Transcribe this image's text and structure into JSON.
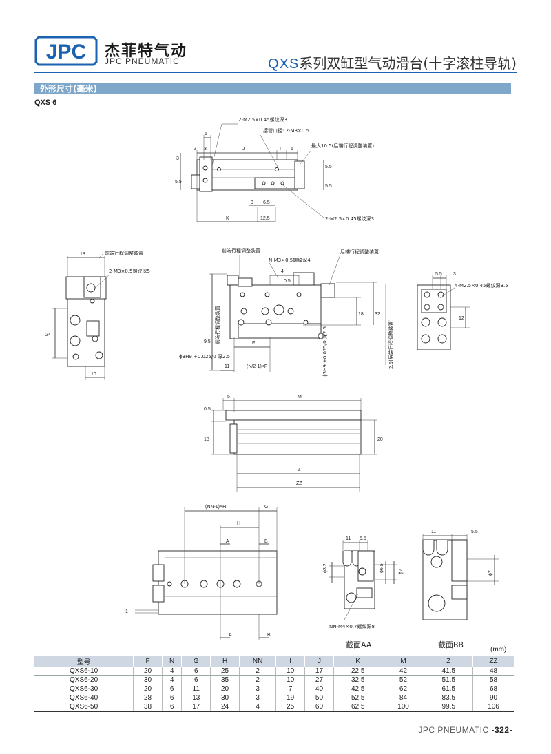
{
  "header": {
    "brand_cn": "杰菲特气动",
    "brand_en": "JPC PNEUMATIC",
    "series_code": "QXS",
    "series_title": "系列双缸型气动滑台(十字滚柱导轨)"
  },
  "section_title": "外形尺寸(毫米)",
  "model": "QXS 6",
  "drawing_notes": {
    "top_view": [
      "2-M2.5×0.45螺纹深3",
      "接管口径: 2-M3×0.5",
      "最大10.5(后端行程调整装置)",
      "2-M2.5×0.45螺纹深3"
    ],
    "top_dims": [
      "6",
      "2",
      "3",
      "J",
      "I",
      "5",
      "3",
      "5.5",
      "5.5",
      "5.5",
      "3",
      "6.5",
      "K",
      "12.5"
    ],
    "left_view": [
      "前端行程调整装置",
      "2-M3×0.5螺纹深5",
      "18",
      "24",
      "10"
    ],
    "front_view": [
      "前端行程调整装置",
      "N-M3×0.5螺纹深4",
      "后端行程调整装置",
      "4",
      "0.5",
      "18",
      "32",
      "9.5",
      "F",
      "11",
      "(N/2-1)×F",
      "ϕ3H9 +0.025/0 深2.5",
      "ϕ3H9 +0.025/0 深2.5",
      "前端行程调整装置",
      "2.5(后端行程调整装置)"
    ],
    "right_view": [
      "5.5",
      "3",
      "4-M2.5×0.45螺纹深3.5",
      "12"
    ],
    "middle_view": [
      "5",
      "M",
      "0.5",
      "18",
      "20",
      "Z",
      "ZZ"
    ],
    "bottom_view": [
      "(NN-1)×H",
      "G",
      "H",
      "A",
      "B",
      "A",
      "B",
      "1"
    ],
    "section_aa": [
      "11",
      "5.5",
      "ϕ3.2",
      "ϕ6.5",
      "ϕ7",
      "NN-M4×0.7螺纹深8"
    ],
    "section_bb": [
      "11",
      "5.5",
      "ϕ7"
    ]
  },
  "captions": {
    "section_aa": "截面AA",
    "section_bb": "截面BB"
  },
  "table": {
    "unit": "(mm)",
    "headers": [
      "型号",
      "F",
      "N",
      "G",
      "H",
      "NN",
      "I",
      "J",
      "K",
      "M",
      "Z",
      "ZZ"
    ],
    "rows": [
      [
        "QXS6-10",
        "20",
        "4",
        "6",
        "25",
        "2",
        "10",
        "17",
        "22.5",
        "42",
        "41.5",
        "48"
      ],
      [
        "QXS6-20",
        "30",
        "4",
        "6",
        "35",
        "2",
        "10",
        "27",
        "32.5",
        "52",
        "51.5",
        "58"
      ],
      [
        "QXS6-30",
        "20",
        "6",
        "11",
        "20",
        "3",
        "7",
        "40",
        "42.5",
        "62",
        "61.5",
        "68"
      ],
      [
        "QXS6-40",
        "28",
        "6",
        "13",
        "30",
        "3",
        "19",
        "50",
        "52.5",
        "84",
        "83.5",
        "90"
      ],
      [
        "QXS6-50",
        "38",
        "6",
        "17",
        "24",
        "4",
        "25",
        "60",
        "62.5",
        "100",
        "99.5",
        "106"
      ]
    ]
  },
  "footer": {
    "brand": "JPC PNEUMATIC",
    "page": "-322-"
  },
  "colors": {
    "brand_blue": "#1b63b0",
    "section_bar": "#7ea7c9"
  }
}
